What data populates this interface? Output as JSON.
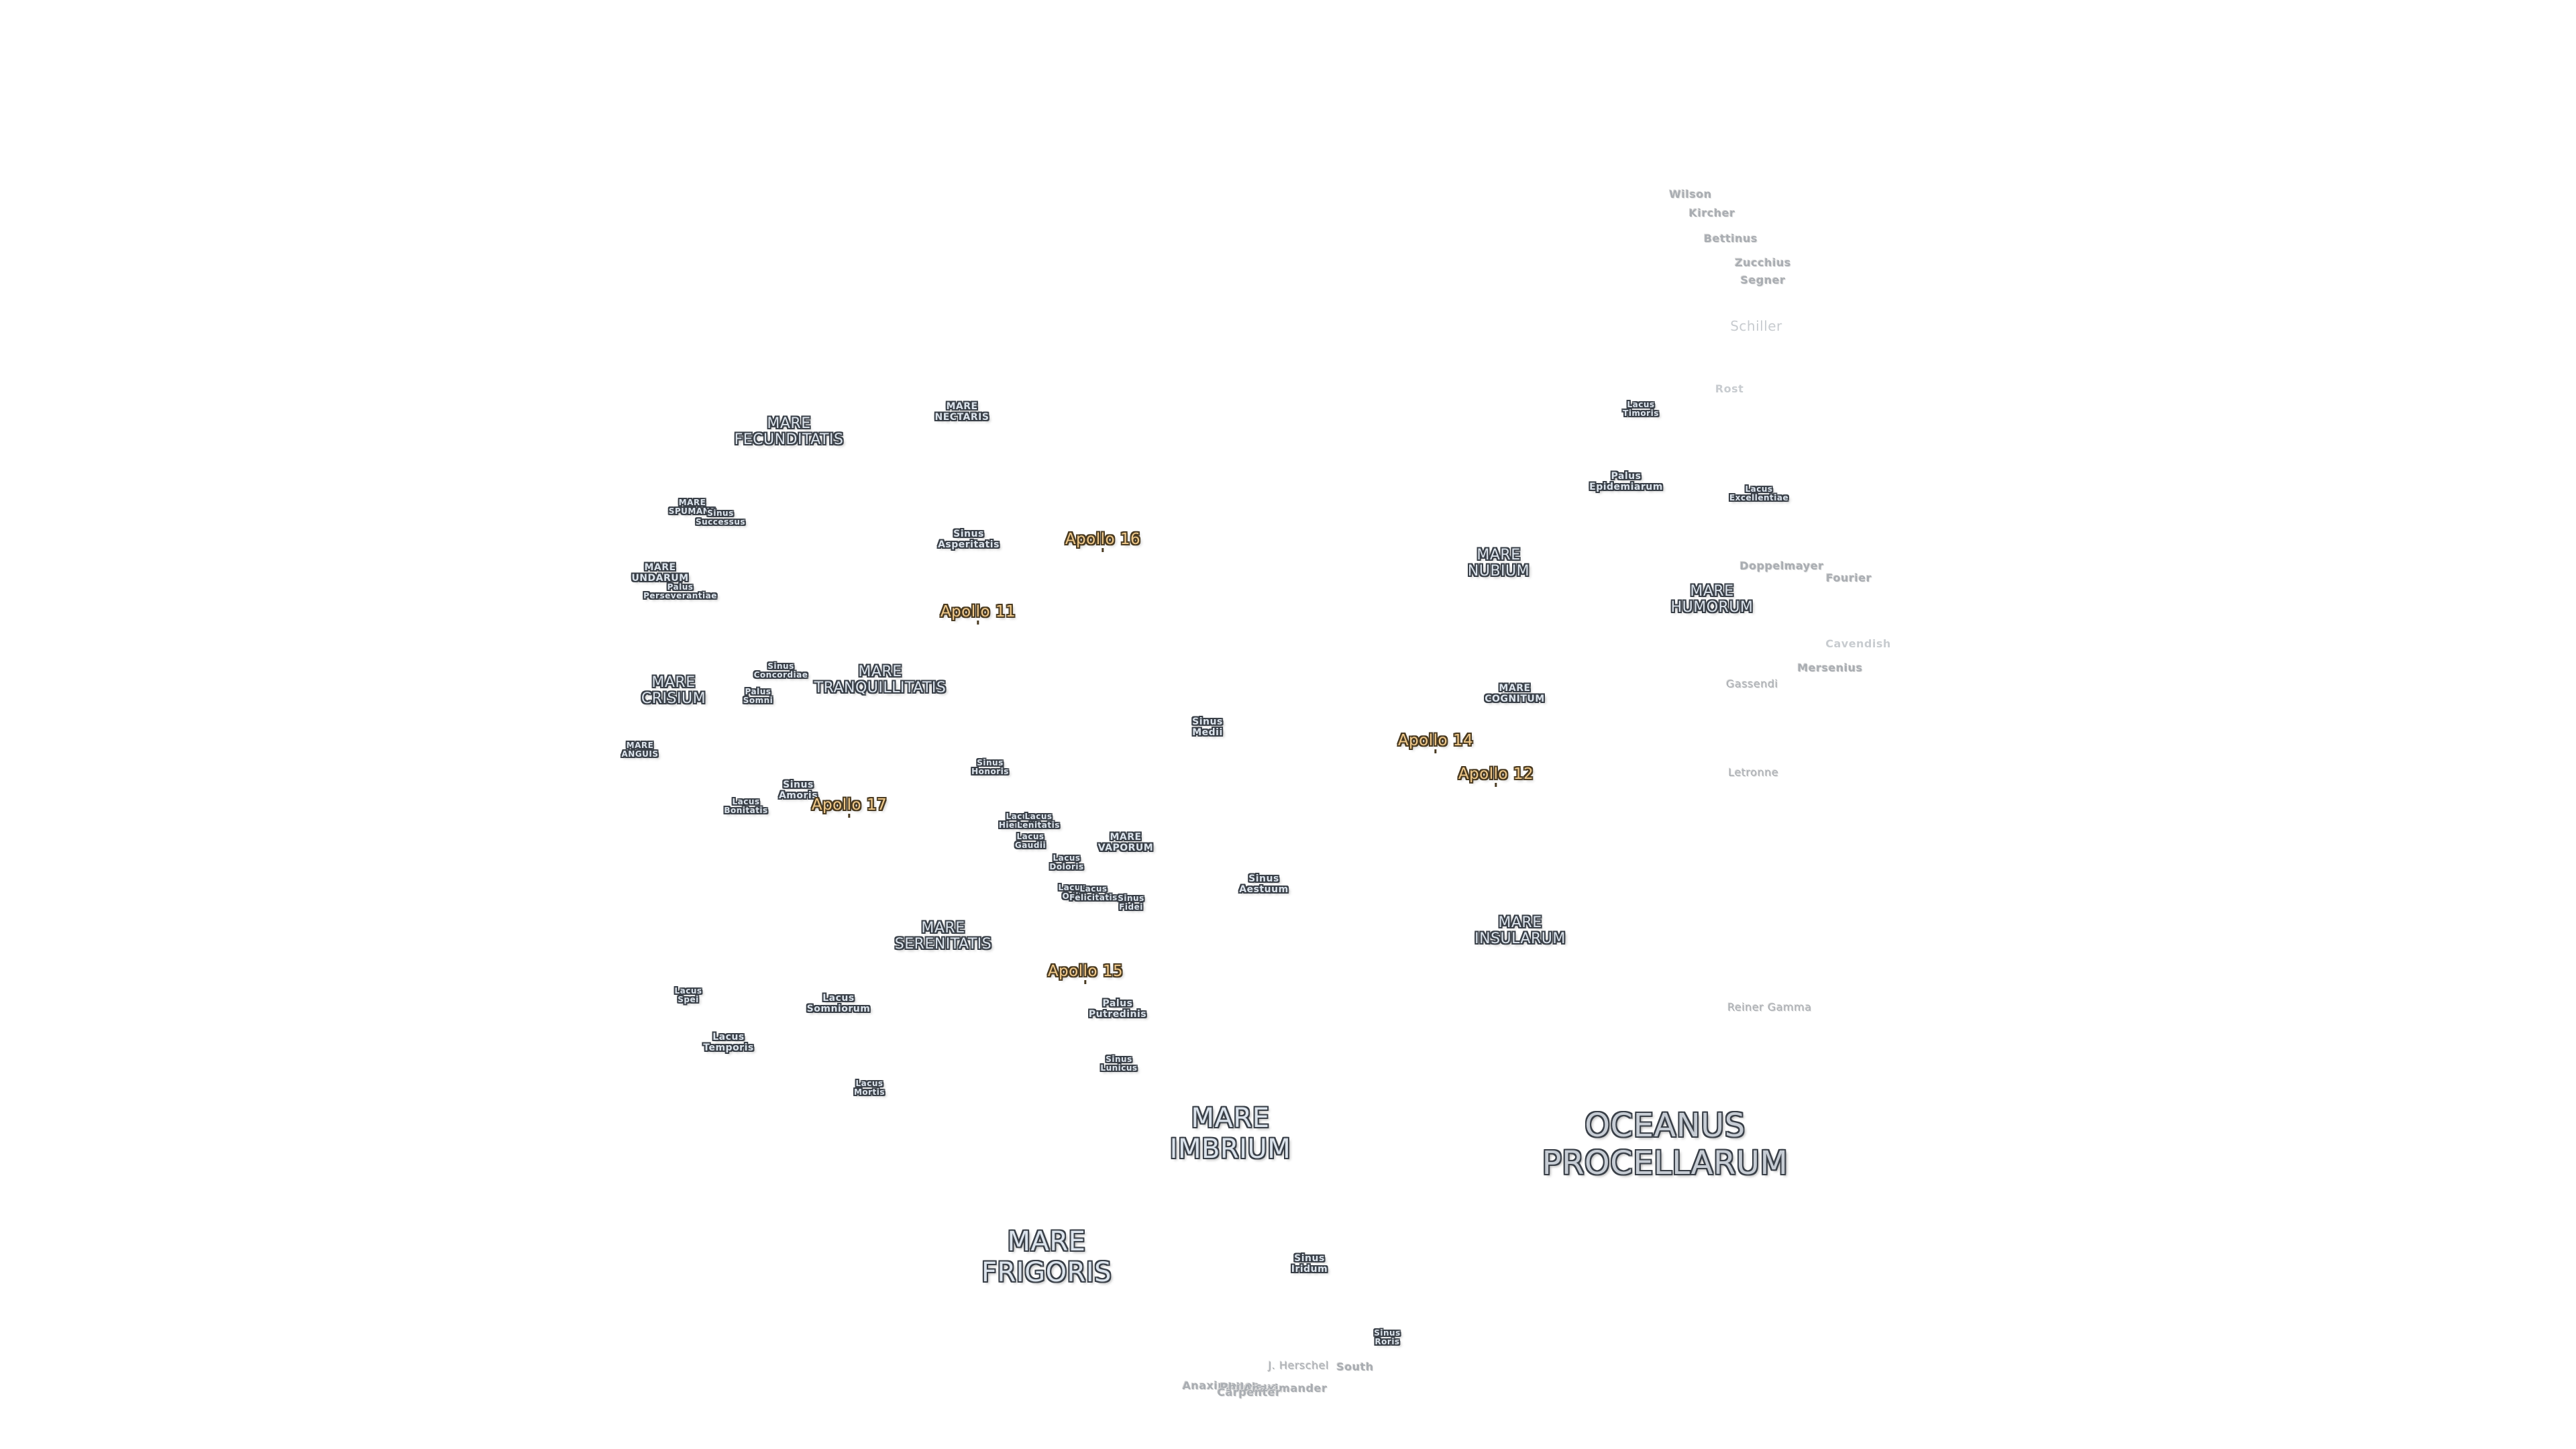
{
  "map": {
    "labels": [
      {
        "id": "wilson",
        "text": "Wilson",
        "cls": "crater tiny soft"
      },
      {
        "id": "kircher",
        "text": "Kircher",
        "cls": "crater tiny soft"
      },
      {
        "id": "bettinus",
        "text": "Bettinus",
        "cls": "crater tiny soft"
      },
      {
        "id": "zucchius",
        "text": "Zucchius",
        "cls": "crater tiny soft"
      },
      {
        "id": "segner",
        "text": "Segner",
        "cls": "crater tiny soft"
      },
      {
        "id": "schiller",
        "text": "Schiller",
        "cls": "crater big2 faint"
      },
      {
        "id": "rost",
        "text": "Rost",
        "cls": "crater tiny faint"
      },
      {
        "id": "lacus-timoris",
        "text": "Lacus\nTimoris",
        "cls": "dark tiny"
      },
      {
        "id": "palus-epidemiarum",
        "text": "Palus\nEpidemiarum",
        "cls": "dark small"
      },
      {
        "id": "lacus-excellentiae",
        "text": "Lacus\nExcellentiae",
        "cls": "dark tiny"
      },
      {
        "id": "doppelmayer",
        "text": "Doppelmayer",
        "cls": "crater tiny soft"
      },
      {
        "id": "fourier",
        "text": "Fourier",
        "cls": "crater tiny soft"
      },
      {
        "id": "mare-humorum",
        "text": "MARE\nHUMORUM",
        "cls": "dark med"
      },
      {
        "id": "mare-nubium",
        "text": "MARE\nNUBIUM",
        "cls": "dark med"
      },
      {
        "id": "cavendish",
        "text": "Cavendish",
        "cls": "crater tiny faint"
      },
      {
        "id": "mersenius",
        "text": "Mersenius",
        "cls": "crater tiny soft"
      },
      {
        "id": "gassendi",
        "text": "Gassendi",
        "cls": "crater soft"
      },
      {
        "id": "mare-cognitum",
        "text": "MARE\nCOGNITUM",
        "cls": "dark small"
      },
      {
        "id": "letronne",
        "text": "Letronne",
        "cls": "crater soft"
      },
      {
        "id": "mare-insularum",
        "text": "MARE\nINSULARUM",
        "cls": "dark med"
      },
      {
        "id": "reiner-gamma",
        "text": "Reiner Gamma",
        "cls": "crater soft"
      },
      {
        "id": "oceanus-procellarum",
        "text": "OCEANUS\nPROCELLARUM",
        "cls": "dark huge"
      },
      {
        "id": "mare-fecunditatis",
        "text": "MARE\nFECUNDITATIS",
        "cls": "dark med"
      },
      {
        "id": "mare-nectaris",
        "text": "MARE\nNECTARIS",
        "cls": "dark small"
      },
      {
        "id": "mare-spumans",
        "text": "MARE\nSPUMANS",
        "cls": "dark tiny"
      },
      {
        "id": "sinus-successus",
        "text": "Sinus\nSuccessus",
        "cls": "dark tiny"
      },
      {
        "id": "sinus-asperitatis",
        "text": "Sinus\nAsperitatis",
        "cls": "dark small"
      },
      {
        "id": "mare-undarum",
        "text": "MARE\nUNDARUM",
        "cls": "dark small"
      },
      {
        "id": "palus-perseverantiae",
        "text": "Palus\nPerseverantiae",
        "cls": "dark tiny"
      },
      {
        "id": "sinus-concordiae",
        "text": "Sinus\nConcordiae",
        "cls": "dark tiny"
      },
      {
        "id": "mare-crisium",
        "text": "MARE\nCRISIUM",
        "cls": "dark med"
      },
      {
        "id": "palus-somni",
        "text": "Palus\nSomni",
        "cls": "dark tiny"
      },
      {
        "id": "mare-tranquillitatis",
        "text": "MARE\nTRANQUILLITATIS",
        "cls": "dark med"
      },
      {
        "id": "sinus-medii",
        "text": "Sinus\nMedii",
        "cls": "dark small"
      },
      {
        "id": "mare-anguis",
        "text": "MARE\nANGUIS",
        "cls": "dark tiny"
      },
      {
        "id": "sinus-honoris",
        "text": "Sinus\nHonoris",
        "cls": "dark tiny"
      },
      {
        "id": "sinus-amoris",
        "text": "Sinus\nAmoris",
        "cls": "dark small"
      },
      {
        "id": "lacus-bonitatis",
        "text": "Lacus\nBonitatis",
        "cls": "dark tiny"
      },
      {
        "id": "lacus-hiemalis",
        "text": "Lacus\nHiemalis",
        "cls": "dark tiny"
      },
      {
        "id": "lacus-lenitatis",
        "text": "Lacus\nLenitatis",
        "cls": "dark tiny"
      },
      {
        "id": "lacus-gaudii",
        "text": "Lacus\nGaudii",
        "cls": "dark tiny"
      },
      {
        "id": "mare-vaporum",
        "text": "MARE\nVAPORUM",
        "cls": "dark small"
      },
      {
        "id": "lacus-doloris",
        "text": "Lacus\nDoloris",
        "cls": "dark tiny"
      },
      {
        "id": "lacus-odii",
        "text": "Lacus\nOdii",
        "cls": "dark tiny"
      },
      {
        "id": "lacus-felicitatis",
        "text": "Lacus\nFelicitatis",
        "cls": "dark tiny"
      },
      {
        "id": "sinus-fidei",
        "text": "Sinus\nFidei",
        "cls": "dark tiny"
      },
      {
        "id": "sinus-aestuum",
        "text": "Sinus\nAestuum",
        "cls": "dark small"
      },
      {
        "id": "mare-serenitatis",
        "text": "MARE\nSERENITATIS",
        "cls": "dark med"
      },
      {
        "id": "lacus-spei",
        "text": "Lacus\nSpei",
        "cls": "dark tiny"
      },
      {
        "id": "lacus-somniorum",
        "text": "Lacus\nSomniorum",
        "cls": "dark small"
      },
      {
        "id": "palus-putredinis",
        "text": "Palus\nPutredinis",
        "cls": "dark small"
      },
      {
        "id": "lacus-temporis",
        "text": "Lacus\nTemporis",
        "cls": "dark small"
      },
      {
        "id": "sinus-lunicus",
        "text": "Sinus\nLunicus",
        "cls": "dark tiny"
      },
      {
        "id": "lacus-mortis",
        "text": "Lacus\nMortis",
        "cls": "dark tiny"
      },
      {
        "id": "mare-imbrium",
        "text": "MARE\nIMBRIUM",
        "cls": "dark big"
      },
      {
        "id": "mare-frigoris",
        "text": "MARE\nFRIGORIS",
        "cls": "dark big"
      },
      {
        "id": "sinus-iridum",
        "text": "Sinus\nIridum",
        "cls": "dark small"
      },
      {
        "id": "sinus-roris",
        "text": "Sinus\nRoris",
        "cls": "dark tiny"
      },
      {
        "id": "j-herschel",
        "text": "J. Herschel",
        "cls": "crater soft"
      },
      {
        "id": "south",
        "text": "South",
        "cls": "crater tiny soft"
      },
      {
        "id": "anaximenes",
        "text": "Anaximenes",
        "cls": "crater tiny soft"
      },
      {
        "id": "philolaus",
        "text": "Philolaus",
        "cls": "crater tiny soft"
      },
      {
        "id": "anaximander",
        "text": "Anaximander",
        "cls": "crater tiny soft"
      },
      {
        "id": "carpenter",
        "text": "Carpenter",
        "cls": "crater tiny soft"
      }
    ],
    "apollo_sites": [
      {
        "id": "apollo-16",
        "text": "Apollo 16"
      },
      {
        "id": "apollo-11",
        "text": "Apollo 11"
      },
      {
        "id": "apollo-14",
        "text": "Apollo 14"
      },
      {
        "id": "apollo-12",
        "text": "Apollo 12"
      },
      {
        "id": "apollo-17",
        "text": "Apollo 17"
      },
      {
        "id": "apollo-15",
        "text": "Apollo 15"
      }
    ]
  }
}
